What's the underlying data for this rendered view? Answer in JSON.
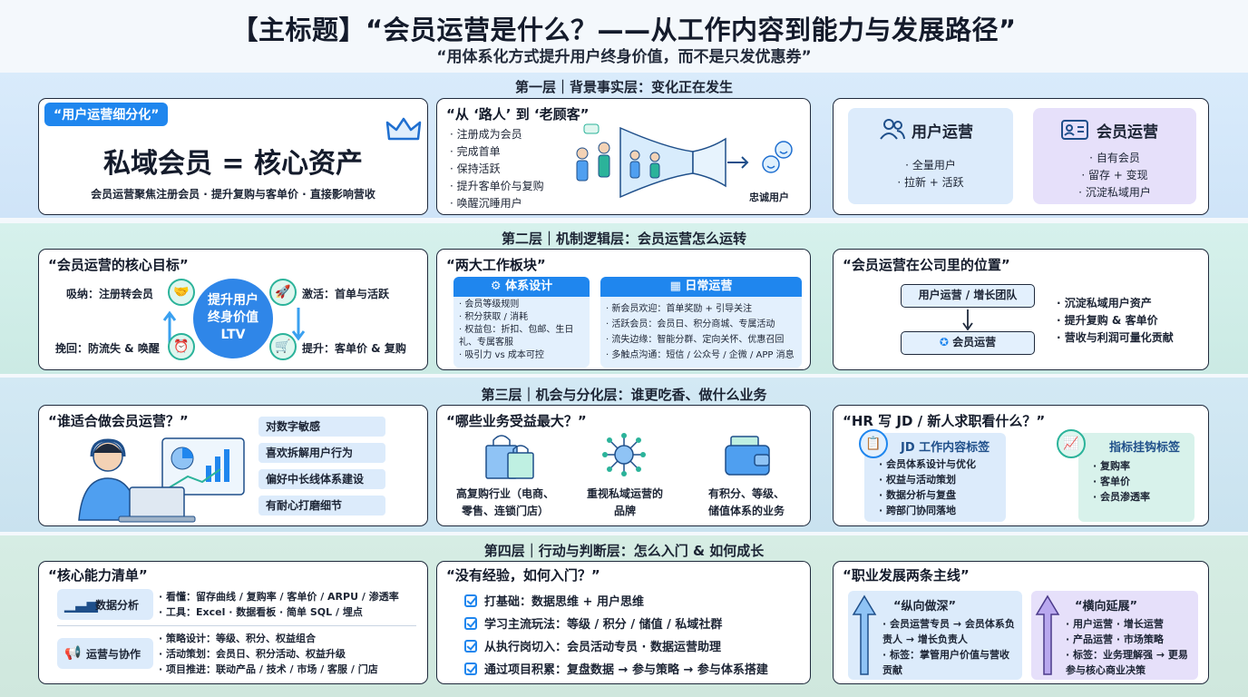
{
  "header": {
    "title": "【主标题】“会员运营是什么？——从工作内容到能力与发展路径”",
    "subtitle": "“用体系化方式提升用户终身价值，而不是只发优惠券”"
  },
  "layer1": {
    "title": "第一层｜背景事实层：变化正在发生",
    "card1": {
      "tag": "“用户运营细分化”",
      "headline": "私域会员 = 核心资产",
      "desc": "会员运营聚焦注册会员 · 提升复购与客单价 · 直接影响营收"
    },
    "card2": {
      "heading": "“从 ‘路人’ 到 ‘老顾客”",
      "items": [
        "注册成为会员",
        "完成首单",
        "保持活跃",
        "提升客单价与复购",
        "唤醒沉睡用户"
      ],
      "result": "忠诚用户"
    },
    "card3": {
      "left": {
        "title": "用户运营",
        "items": [
          "全量用户",
          "拉新 + 活跃"
        ]
      },
      "right": {
        "title": "会员运营",
        "items": [
          "自有会员",
          "留存 + 变现",
          "沉淀私域用户"
        ]
      }
    }
  },
  "layer2": {
    "title": "第二层｜机制逻辑层：会员运营怎么运转",
    "card1": {
      "heading": "“会员运营的核心目标”",
      "center": [
        "提升用户",
        "终身价值",
        "LTV"
      ],
      "tl": "吸纳：注册转会员",
      "tr": "激活：首单与活跃",
      "bl": "挽回：防流失 & 唤醒",
      "br": "提升：客单价 & 复购"
    },
    "card2": {
      "heading": "“两大工作板块”",
      "left": {
        "title": "体系设计",
        "items": [
          "会员等级规则",
          "积分获取 / 消耗",
          "权益包：折扣、包邮、生日礼、专属客服",
          "吸引力 vs 成本可控"
        ]
      },
      "right": {
        "title": "日常运营",
        "items": [
          "新会员欢迎：首单奖励 + 引导关注",
          "活跃会员：会员日、积分商城、专属活动",
          "流失边缘：智能分群、定向关怀、优惠召回",
          "多触点沟通：短信 / 公众号 / 企微 / APP 消息"
        ]
      }
    },
    "card3": {
      "heading": "“会员运营在公司里的位置”",
      "box_top": "用户运营 / 增长团队",
      "box_bottom": "会员运营",
      "items": [
        "沉淀私域用户资产",
        "提升复购 & 客单价",
        "营收与利润可量化贡献"
      ]
    }
  },
  "layer3": {
    "title": "第三层｜机会与分化层：谁更吃香、做什么业务",
    "card1": {
      "heading": "“谁适合做会员运营？”",
      "traits": [
        "对数字敏感",
        "喜欢拆解用户行为",
        "偏好中长线体系建设",
        "有耐心打磨细节"
      ]
    },
    "card2": {
      "heading": "“哪些业务受益最大？”",
      "items": [
        [
          "高复购行业（电商、",
          "零售、连锁门店）"
        ],
        [
          "重视私域运营的",
          "品牌"
        ],
        [
          "有积分、等级、",
          "储值体系的业务"
        ]
      ]
    },
    "card3": {
      "heading": "“HR 写 JD / 新人求职看什么？”",
      "left": {
        "title": "JD 工作内容标签",
        "items": [
          "会员体系设计与优化",
          "权益与活动策划",
          "数据分析与复盘",
          "跨部门协同落地"
        ]
      },
      "right": {
        "title": "指标挂钩标签",
        "items": [
          "复购率",
          "客单价",
          "会员渗透率"
        ]
      }
    }
  },
  "layer4": {
    "title": "第四层｜行动与判断层：怎么入门 & 如何成长",
    "card1": {
      "heading": "“核心能力清单”",
      "blocks": [
        {
          "title": "数据分析",
          "items": [
            "看懂：留存曲线 / 复购率 / 客单价 / ARPU / 渗透率",
            "工具：Excel · 数据看板 · 简单 SQL / 埋点"
          ]
        },
        {
          "title": "运营与协作",
          "items": [
            "策略设计：等级、积分、权益组合",
            "活动策划：会员日、积分活动、权益升级",
            "项目推进：联动产品 / 技术 / 市场 / 客服 / 门店"
          ]
        }
      ]
    },
    "card2": {
      "heading": "“没有经验，如何入门？”",
      "items": [
        "打基础：数据思维 + 用户思维",
        "学习主流玩法：等级 / 积分 / 储值 / 私域社群",
        "从执行岗切入：会员活动专员 · 数据运营助理",
        "通过项目积累：复盘数据 → 参与策略 → 参与体系搭建"
      ]
    },
    "card3": {
      "heading": "“职业发展两条主线”",
      "left": {
        "title": "“纵向做深”",
        "items": [
          "会员运营专员 → 会员体系负责人 → 增长负责人",
          "标签：掌管用户价值与营收贡献"
        ]
      },
      "right": {
        "title": "“横向延展”",
        "items": [
          "用户运营 · 增长运营",
          "产品运营 · 市场策略",
          "标签：业务理解强 → 更易参与核心商业决策"
        ]
      }
    }
  },
  "colors": {
    "blue": "#1f86ee",
    "teal": "#2bb39a",
    "purple": "#8e7cd8",
    "dark": "#1f2a3c"
  }
}
